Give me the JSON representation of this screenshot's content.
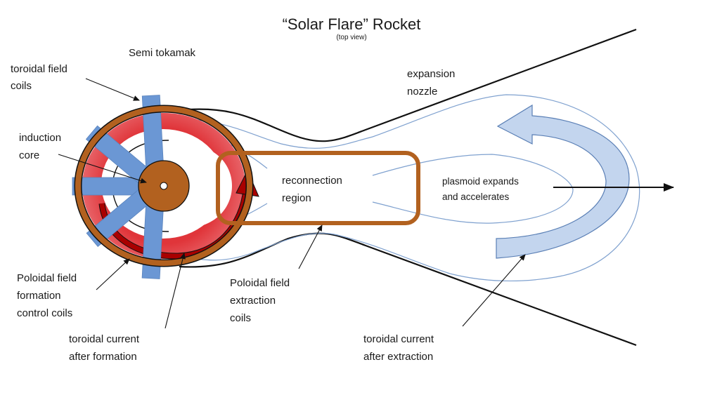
{
  "title": "“Solar Flare” Rocket",
  "subtitle": "(top view)",
  "colors": {
    "copper": "#b2611f",
    "coil_blue": "#6b97d4",
    "plasma_red": "#e0353a",
    "current_dark_red": "#a90000",
    "plasmoid_blue": "#c3d5ee",
    "field_line_blue": "#7fa1cf",
    "outline": "#111111"
  },
  "labels": {
    "semi_tokamak": "Semi tokamak",
    "toroidal_field_coils": [
      "toroidal field",
      "coils"
    ],
    "induction_core": [
      "induction",
      "core"
    ],
    "poloidal_formation": [
      "Poloidal field",
      "formation",
      "control coils"
    ],
    "toroidal_current_formation": [
      "toroidal current",
      "after formation"
    ],
    "reconnection_region": [
      "reconnection",
      "region"
    ],
    "poloidal_extraction": [
      "Poloidal field",
      "extraction",
      "coils"
    ],
    "expansion_nozzle": [
      "expansion",
      "nozzle"
    ],
    "plasmoid": [
      "plasmoid expands",
      "and accelerates"
    ],
    "toroidal_current_extraction": [
      "toroidal current",
      "after extraction"
    ]
  }
}
